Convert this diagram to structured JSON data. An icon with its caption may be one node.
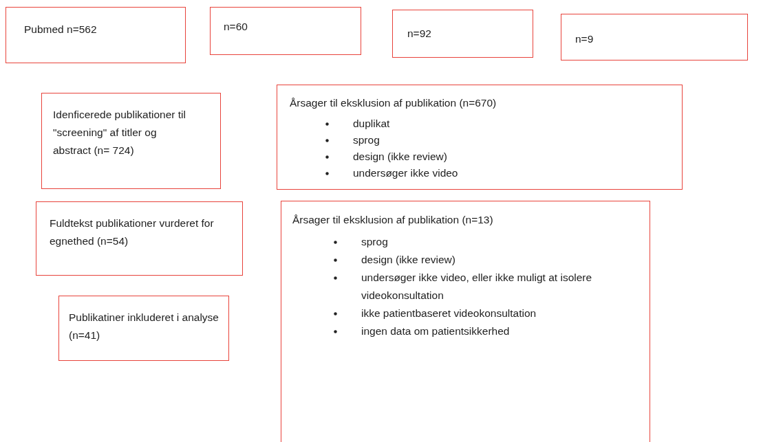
{
  "diagram": {
    "nodes": [
      {
        "text": [
          "Pubmed n=562"
        ]
      },
      {
        "text": [
          "n=60"
        ]
      },
      {
        "text": [
          "n=92"
        ]
      },
      {
        "text": [
          "n=9"
        ]
      },
      {
        "text": [
          "Idenficerede publikationer til \"screening\" af titler og abstract (n= 724)"
        ]
      },
      {
        "text": [
          "Årsager til eksklusion af publikation (n=670)",
          "duplikat",
          "sprog",
          "design (ikke review)",
          "undersøger ikke video"
        ]
      },
      {
        "text": [
          "Fuldtekst publikationer vurderet for egnethed (n=54)"
        ]
      },
      {
        "text": [
          "Årsager til eksklusion af publikation (n=13)",
          "sprog",
          "design (ikke review)",
          "undersøger ikke video, eller ikke muligt at isolere videokonsultation",
          "ikke patientbaseret videokonsultation",
          "ingen data om patientsikkerhed"
        ]
      },
      {
        "text": [
          "Publikatiner inkluderet i analyse (n=41)"
        ]
      }
    ]
  }
}
